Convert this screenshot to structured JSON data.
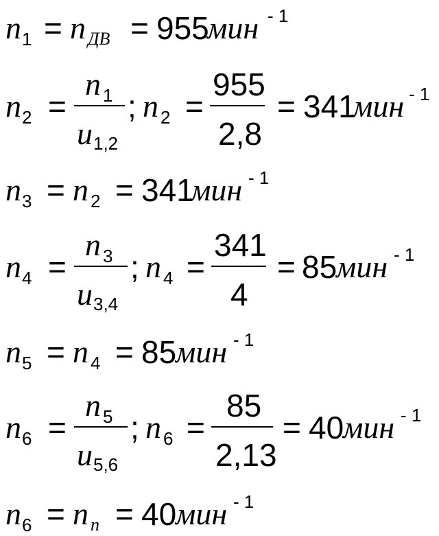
{
  "lines": [
    {
      "lhs_var": "n",
      "lhs_sub": "1",
      "eq1": "=",
      "rhs_var": "n",
      "rhs_sub": "ДВ",
      "eq2": "=",
      "value": "955",
      "unit": "мин",
      "exp": "- 1"
    },
    {
      "lhs_var": "n",
      "lhs_sub": "2",
      "eq1": "=",
      "num_var": "n",
      "num_sub": "1",
      "den_var": "u",
      "den_sub": "1,2",
      "sep": ";",
      "var2": "n",
      "var2_sub": "2",
      "eq2": "=",
      "num_val": "955",
      "den_val": "2,8",
      "eq3": "=",
      "value": "341",
      "unit": "мин",
      "exp": "- 1"
    },
    {
      "lhs_var": "n",
      "lhs_sub": "3",
      "eq1": "=",
      "rhs_var": "n",
      "rhs_sub": "2",
      "eq2": "=",
      "value": "341",
      "unit": "мин",
      "exp": "- 1"
    },
    {
      "lhs_var": "n",
      "lhs_sub": "4",
      "eq1": "=",
      "num_var": "n",
      "num_sub": "3",
      "den_var": "u",
      "den_sub": "3,4",
      "sep": ";",
      "var2": "n",
      "var2_sub": "4",
      "eq2": "=",
      "num_val": "341",
      "den_val": "4",
      "eq3": "=",
      "value": "85",
      "unit": "мин",
      "exp": "- 1"
    },
    {
      "lhs_var": "n",
      "lhs_sub": "5",
      "eq1": "=",
      "rhs_var": "n",
      "rhs_sub": "4",
      "eq2": "=",
      "value": "85",
      "unit": "мин",
      "exp": "- 1"
    },
    {
      "lhs_var": "n",
      "lhs_sub": "6",
      "eq1": "=",
      "num_var": "n",
      "num_sub": "5",
      "den_var": "u",
      "den_sub": "5,6",
      "sep": ";",
      "var2": "n",
      "var2_sub": "6",
      "eq2": "=",
      "num_val": "85",
      "den_val": "2,13",
      "eq3": "=",
      "value": "40",
      "unit": "мин",
      "exp": "- 1"
    },
    {
      "lhs_var": "n",
      "lhs_sub": "6",
      "eq1": "=",
      "rhs_var": "n",
      "rhs_sub": "n",
      "eq2": "=",
      "value": "40",
      "unit": "мин",
      "exp": "- 1"
    }
  ]
}
